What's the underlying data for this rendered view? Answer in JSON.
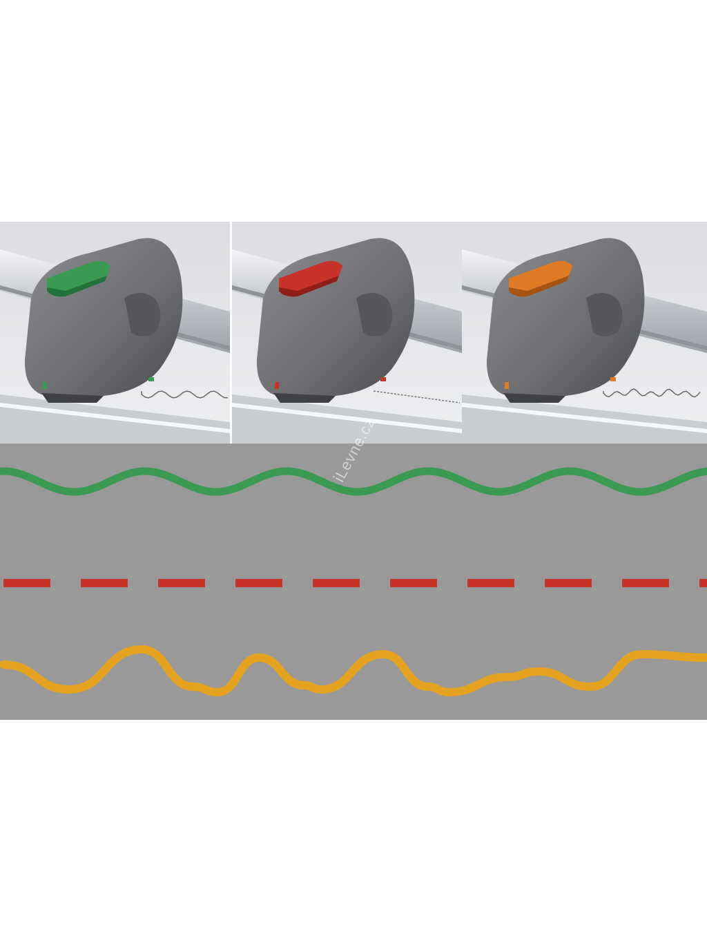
{
  "panels": [
    {
      "blade": "wave",
      "button_color": "#3a9a52",
      "button_dark": "#22733a"
    },
    {
      "blade": "perforation",
      "button_color": "#c8322b",
      "button_dark": "#8f1d18"
    },
    {
      "blade": "deckle",
      "button_color": "#e07a24",
      "button_dark": "#a8520f"
    }
  ],
  "cut_lines": [
    {
      "style": "wave",
      "color": "#3a9a52"
    },
    {
      "style": "dashed",
      "color": "#c8322b"
    },
    {
      "style": "deckle-wave",
      "color": "#e5a21f"
    }
  ],
  "background_color": "#999999",
  "watermark": "iLevne.cz"
}
